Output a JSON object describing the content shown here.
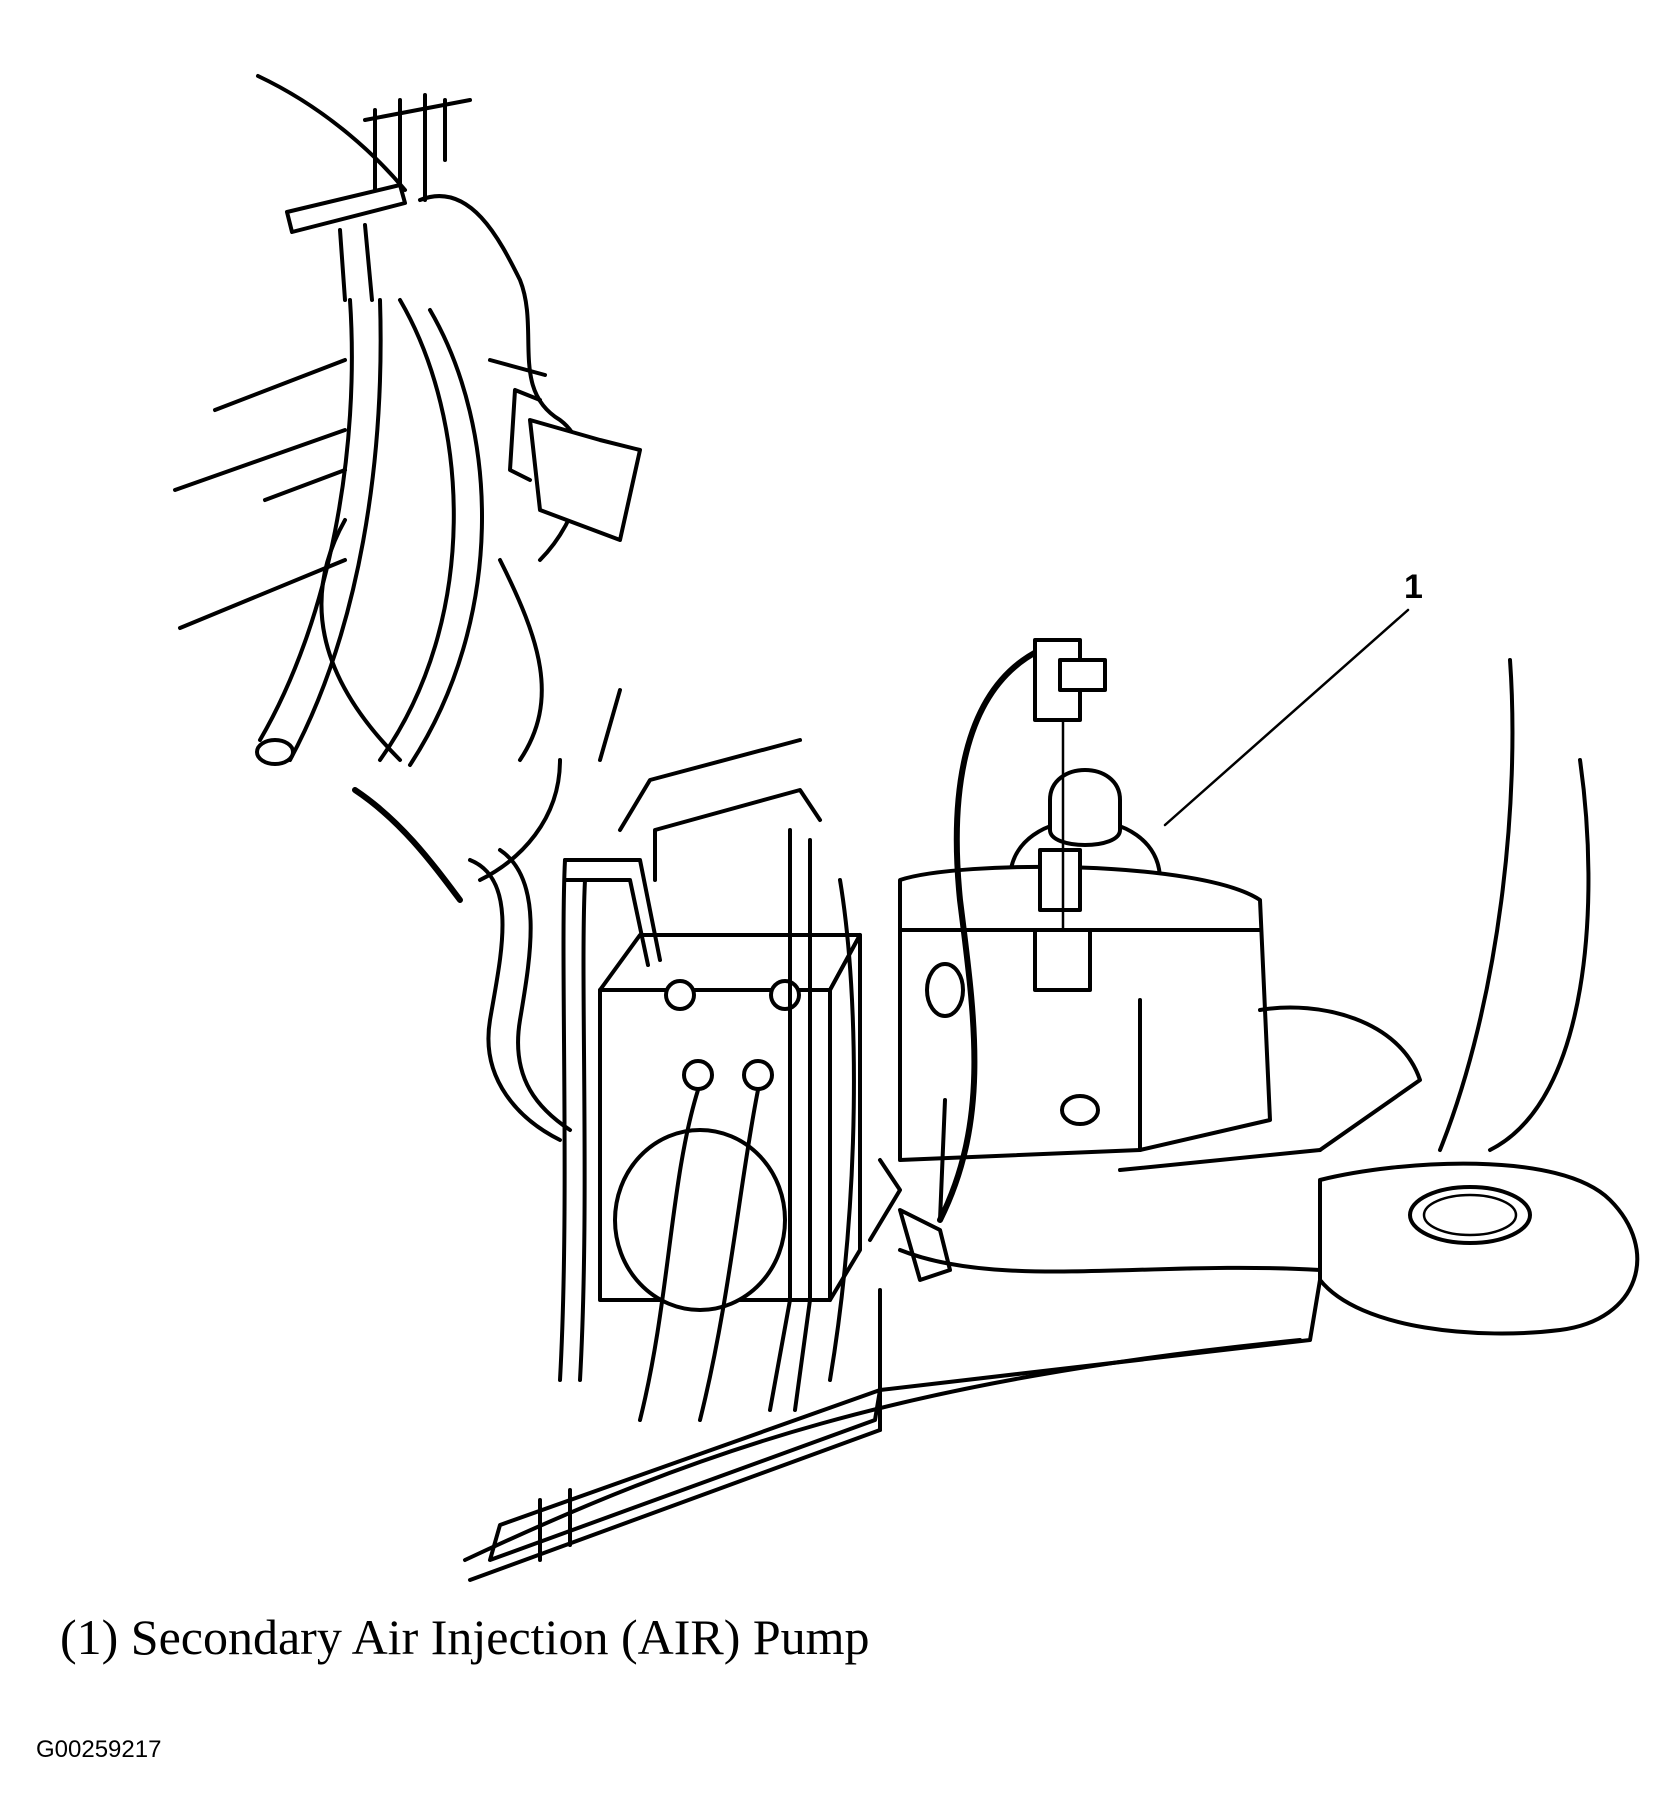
{
  "diagram": {
    "callout": "1",
    "caption": "(1) Secondary Air Injection (AIR) Pump",
    "figure_id": "G00259217",
    "parts": [
      {
        "number": "1",
        "name": "Secondary Air Injection (AIR) Pump"
      }
    ]
  }
}
